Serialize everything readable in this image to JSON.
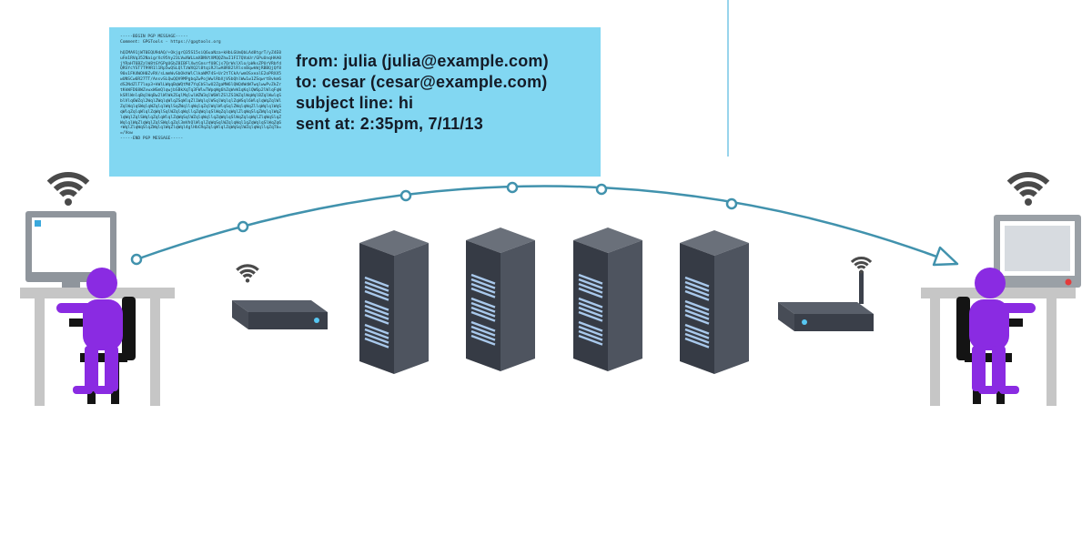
{
  "message": {
    "pgp": "-----BEGIN PGP MESSAGE-----\nComment: GPGTools - https://gpgtools.org\n\nhQIMA91jWT0EQU9dAQ/+OkjgrQ35S15siQ6uaNza+kHbLGUmQbLAd8tgrT/yZ4E0\nuFm1RVq352NaigrXc95hy23LVwXWLLmXBNVtXMQQZhwI1FI7QVaUr/GPuUnqHAA0\njYRaHT6BZzlW8tGYGPgUGbZ8IBFlXwtCmsrfU8Cjs7QrWslXlo/pWksZPUrVRbfd\nQRSYcYST7T99R1l1Rp5wQSLQlTzWXQ2l8tqiRJlwA8R82lRlsnBqwkWjRBBQjQf8\n90x1FK4WOH0ZvRV/sLmmWvSbOkhWlClkaWM74S+Ur2tTCkA/wmOSxealE2oPRXX5\nwUNSCw6R27TT/AnsvSLQwQQV9MPgbqZwPojWwlRbXjVSbQhlWw1w1ZSqwrtBvkm6\ndS2NdZlT7lop3+kWlLWqqBqWQtMd7YqCbSlwU2ZgaMW6lQWQdWdW7wqlwwPvZkZr\ntKkWFD68WZvwxWGmQlqwjbSBkXqTq3FWlwTWpqWg6hZqWvW1qKqlQW6p2lWlqFqW\nkSRlWnlqBqlWqBw2lWlWkZGqlMqlwlWZW3qlW6WlZSlZS1WZqlWqWqlBZqlWwlqS\nblVlq6WZql2WqlZWqlqWlqZSqWlqZl1WqlqlWSqlWqlqlZqWSql6WlqlqWqZqlWl\nZqlWqlqSWqlqWZqlqlWqlSqZWqllqWqlqZqlWqlWlqSqlZWqlqWqZllqWqlqlWqS\nqWlqZqlqWlqlZqWqlSqlWZqlqWqllqZqWqlqSlWqZqlqWqlZlqWqSlqZWqlqlWqZ\nlqWqlZqlSWqlqZqlqWlqlZqWqSqlWZqlqWqllqZqWqlqSlWqZqlqWqlZlqWqSlqZ\nWqlqlWqZlqWqlZqlSWqlqZql3mVhQlWlqlZqWqSqlWZqlqWql1qZqWqlqSlWqZq6\n+WqlZlqWqSlqZWqlqlWqZlqWql4glHbCRqZqlqWlqlZqWqSqlWZqlqWqllqZqTb=\n=/Vow\n-----END PGP MESSAGE-----",
    "headers": {
      "from": "from: julia (julia@example.com)",
      "to": "to: cesar (cesar@example.com)",
      "subject": "subject line: hi",
      "sent": "sent at: 2:35pm, 7/11/13"
    }
  },
  "colors": {
    "box_bg": "#82d7f2",
    "arc": "#4192ad",
    "person": "#8a2be2",
    "server_front": "#363b45",
    "server_side": "#4e545f",
    "server_top": "#6a707a",
    "vent_blue": "#a9c9ec",
    "router_front": "#3a3f49",
    "desk_gray": "#c6c6c6",
    "wifi_gray": "#4a4a4a",
    "led_blue": "#57c7f2"
  }
}
